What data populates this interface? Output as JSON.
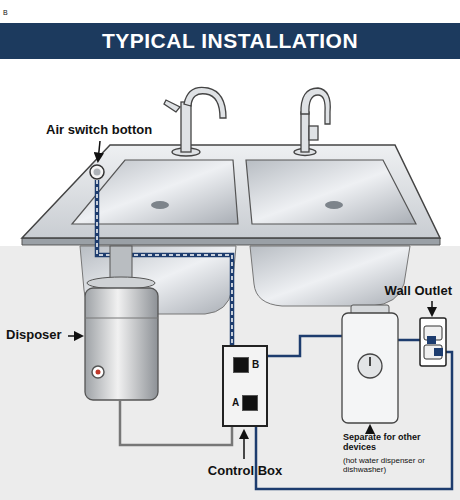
{
  "diagram": {
    "title": "TYPICAL INSTALLATION",
    "nodes": [
      {
        "text": [
          "Control Box"
        ]
      },
      {
        "text": [
          "B"
        ],
        "in": 0
      },
      {
        "text": [
          "A"
        ],
        "in": 0
      }
    ],
    "labels": [
      "B",
      "Air switch botton",
      "Disposer",
      "Wall Outlet",
      "Separate for other devices",
      "(hot water dispenser or dishwasher)"
    ]
  }
}
